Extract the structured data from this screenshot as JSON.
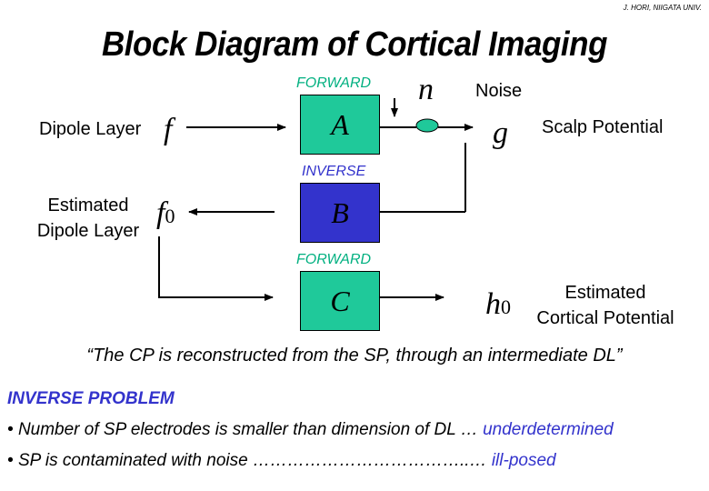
{
  "credit": "J. HORI, NIIGATA UNIV.",
  "title": "Block Diagram of Cortical Imaging",
  "labels": {
    "dipole_layer": "Dipole Layer",
    "estimated_dipole_layer_1": "Estimated",
    "estimated_dipole_layer_2": "Dipole Layer",
    "noise": "Noise",
    "scalp_potential": "Scalp Potential",
    "estimated_cortical_1": "Estimated",
    "estimated_cortical_2": "Cortical Potential"
  },
  "symbols": {
    "f": "f",
    "f0": "f",
    "f0_sub": "0",
    "n": "n",
    "g": "g",
    "h0": "h",
    "h0_sub": "0"
  },
  "blocks": [
    {
      "tag": "FORWARD",
      "letter": "A",
      "color": "#1fc99a",
      "tag_color": "#00b080"
    },
    {
      "tag": "INVERSE",
      "letter": "B",
      "color": "#3333cc",
      "tag_color": "#3333cc"
    },
    {
      "tag": "FORWARD",
      "letter": "C",
      "color": "#1fc99a",
      "tag_color": "#00b080"
    }
  ],
  "quote": "“The CP is reconstructed from the SP, through an intermediate DL”",
  "problem": {
    "title": "INVERSE PROBLEM",
    "bullets": [
      {
        "marker": "•",
        "text": "Number of SP electrodes is smaller than dimension of DL … ",
        "highlight": "underdetermined"
      },
      {
        "marker": "•",
        "text": "SP is contaminated with noise ………………………………..… ",
        "highlight": "ill-posed"
      }
    ]
  }
}
